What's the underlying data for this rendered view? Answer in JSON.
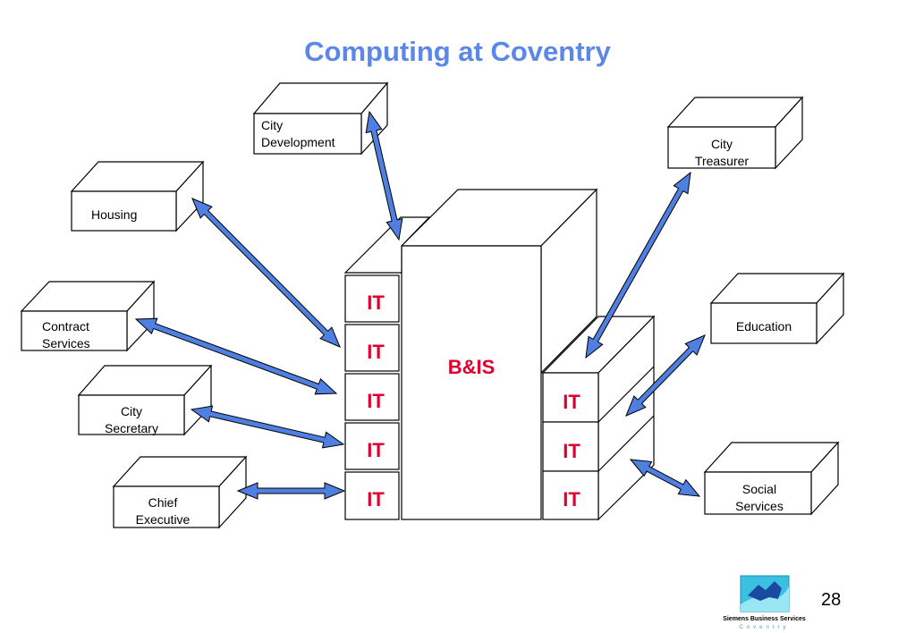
{
  "title": "Computing at Coventry",
  "center_label": "B&IS",
  "it_label": "IT",
  "departments": {
    "city_development": [
      "City",
      "Development"
    ],
    "housing": [
      "Housing"
    ],
    "contract_services": [
      "Contract",
      "Services"
    ],
    "city_secretary": [
      "City",
      "Secretary"
    ],
    "chief_executive": [
      "Chief",
      "Executive"
    ],
    "city_treasurer": [
      "City",
      "Treasurer"
    ],
    "education": [
      "Education"
    ],
    "social_services": [
      "Social",
      "Services"
    ]
  },
  "footer": {
    "page_number": "28",
    "logo_caption": "Siemens Business Services",
    "logo_sub": "Coventry"
  },
  "colors": {
    "title": "#5b87e8",
    "arrow": "#4f7fe0",
    "it_text": "#e00030"
  }
}
